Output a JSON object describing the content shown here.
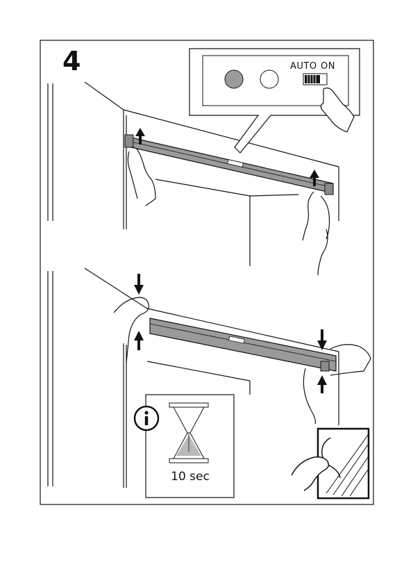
{
  "step": {
    "number": "4"
  },
  "detail_callout": {
    "switch_left_label": "AUTO",
    "switch_right_label": "ON"
  },
  "timer_box": {
    "duration_label": "10 sec",
    "info_icon": "info-icon",
    "hourglass_icon": "hourglass-icon"
  },
  "colors": {
    "line": "#111111",
    "rail_fill": "#9a9a9a",
    "button_grey": "#9b9b9b",
    "hourglass_sand": "#b9b9b9"
  }
}
